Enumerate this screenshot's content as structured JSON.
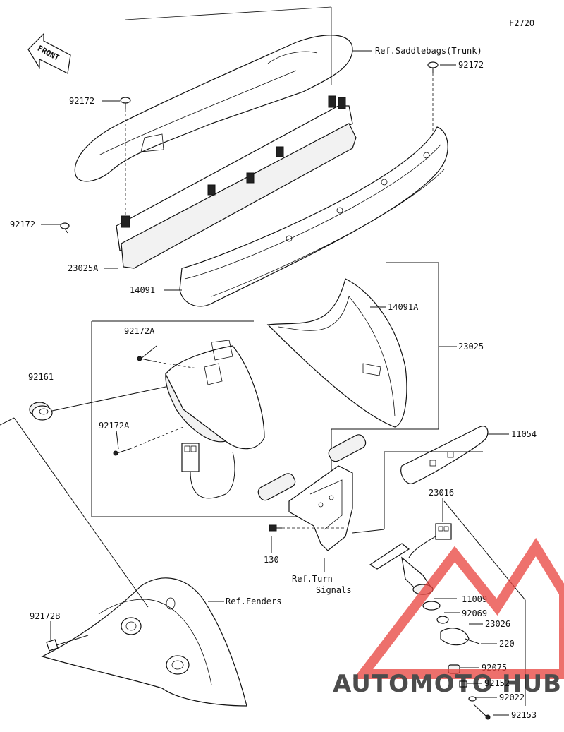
{
  "figure_code": "F2720",
  "front_label": "FRONT",
  "labels": {
    "ref_saddlebags": "Ref.Saddlebags(Trunk)",
    "p92172_top_right": "92172",
    "p92172_top_left": "92172",
    "p92172_left": "92172",
    "p23025A": "23025A",
    "p14091": "14091",
    "p14091A": "14091A",
    "p92172A_upper": "92172A",
    "p92161": "92161",
    "p23025": "23025",
    "p92172A_lower": "92172A",
    "p11054": "11054",
    "p23016": "23016",
    "p130": "130",
    "ref_turn_1": "Ref.Turn",
    "ref_turn_2": "Signals",
    "ref_fenders": "Ref.Fenders",
    "p11009": "11009",
    "p92069": "92069",
    "p92172B": "92172B",
    "p23026": "23026",
    "p220": "220",
    "p92075": "92075",
    "p92152": "92152",
    "p92022": "92022",
    "p92153": "92153"
  },
  "watermark": {
    "text_auto": "AUTOMOTO",
    "text_hub": "HUB",
    "color_red": "#e8413c",
    "color_orange": "#f3a21b"
  }
}
